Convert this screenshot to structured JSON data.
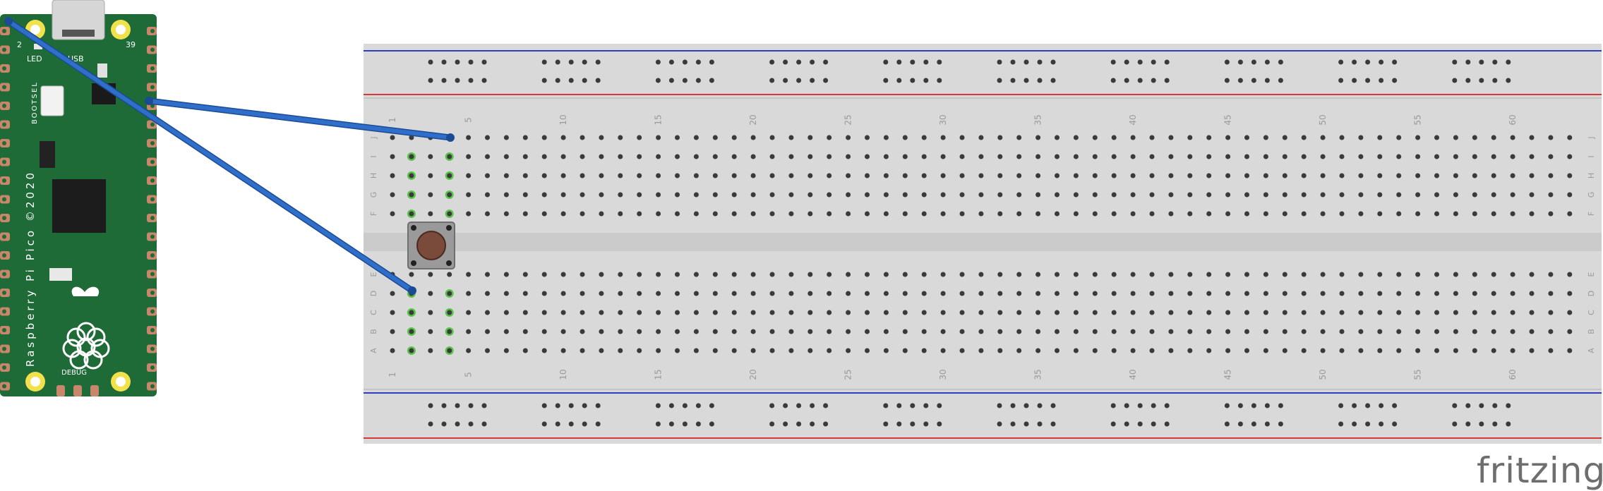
{
  "pico": {
    "name_label": "Raspberry Pi Pico ©2020",
    "usb_label": "USB",
    "led_label": "LED",
    "bootsel_label": "BOOTSEL",
    "debug_label": "DEBUG",
    "pin_label_2": "2",
    "pin_label_39": "39",
    "board_color": "#1e6b37"
  },
  "breadboard": {
    "columns": 63,
    "row_labels_top": [
      "J",
      "I",
      "H",
      "G",
      "F"
    ],
    "row_labels_bottom": [
      "E",
      "D",
      "C",
      "B",
      "A"
    ],
    "column_numbers": [
      "1",
      "5",
      "10",
      "15",
      "20",
      "25",
      "30",
      "35",
      "40",
      "45",
      "50",
      "55",
      "60"
    ],
    "body_color": "#d9d9d9",
    "rail_blue": "#2b3fbf",
    "rail_red": "#d23a3a"
  },
  "pushbutton": {
    "cap_color": "#7a4a3a"
  },
  "wires": {
    "color": "#2f6fc9"
  },
  "branding": {
    "logo_text": "fritzing"
  }
}
